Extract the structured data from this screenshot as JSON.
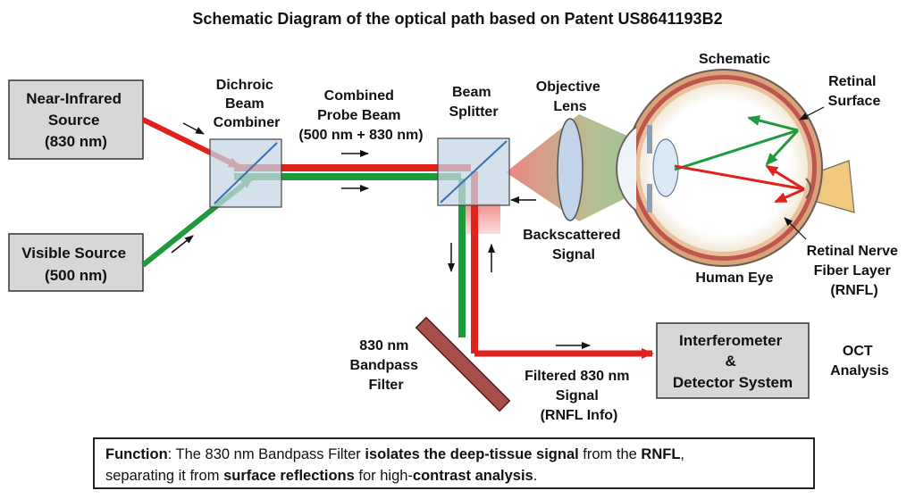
{
  "title": "Schematic Diagram of the optical path based on Patent US8641193B2",
  "sources": {
    "nir": [
      "Near-Infrared",
      "Source",
      "(830 nm)"
    ],
    "visible": [
      "Visible Source",
      "(500 nm)"
    ]
  },
  "components": {
    "dichroic": [
      "Dichroic",
      "Beam",
      "Combiner"
    ],
    "combined_beam": [
      "Combined",
      "Probe Beam",
      "(500 nm + 830 nm)"
    ],
    "beam_splitter": [
      "Beam",
      "Splitter"
    ],
    "objective": [
      "Objective",
      "Lens"
    ],
    "backscattered": [
      "Backscattered",
      "Signal"
    ],
    "bandpass": [
      "830 nm",
      "Bandpass",
      "Filter"
    ],
    "filtered": [
      "Filtered 830 nm",
      "Signal",
      "(RNFL Info)"
    ],
    "detector": [
      "Interferometer",
      "&",
      "Detector System"
    ],
    "oct": [
      "OCT",
      "Analysis"
    ]
  },
  "eye": {
    "schematic": "Schematic",
    "retinal_surface": [
      "Retinal",
      "Surface"
    ],
    "rnfl": [
      "Retinal Nerve",
      "Fiber Layer",
      "(RNFL)"
    ],
    "human_eye": "Human Eye"
  },
  "footnote": {
    "l1_a": "Function",
    "l1_b": ": The 830 nm Bandpass Filter ",
    "l1_c": "isolates the deep-tissue signal",
    "l1_d": " from the ",
    "l1_e": "RNFL",
    "l1_f": ",",
    "l2_a": "separating it from ",
    "l2_b": "surface reflections",
    "l2_c": " for high-",
    "l2_d": "contrast analysis",
    "l2_e": "."
  },
  "colors": {
    "red": "#e0221c",
    "green": "#1e9a3c",
    "box_fill": "#d7d7d7",
    "filter": "#a8504a"
  }
}
